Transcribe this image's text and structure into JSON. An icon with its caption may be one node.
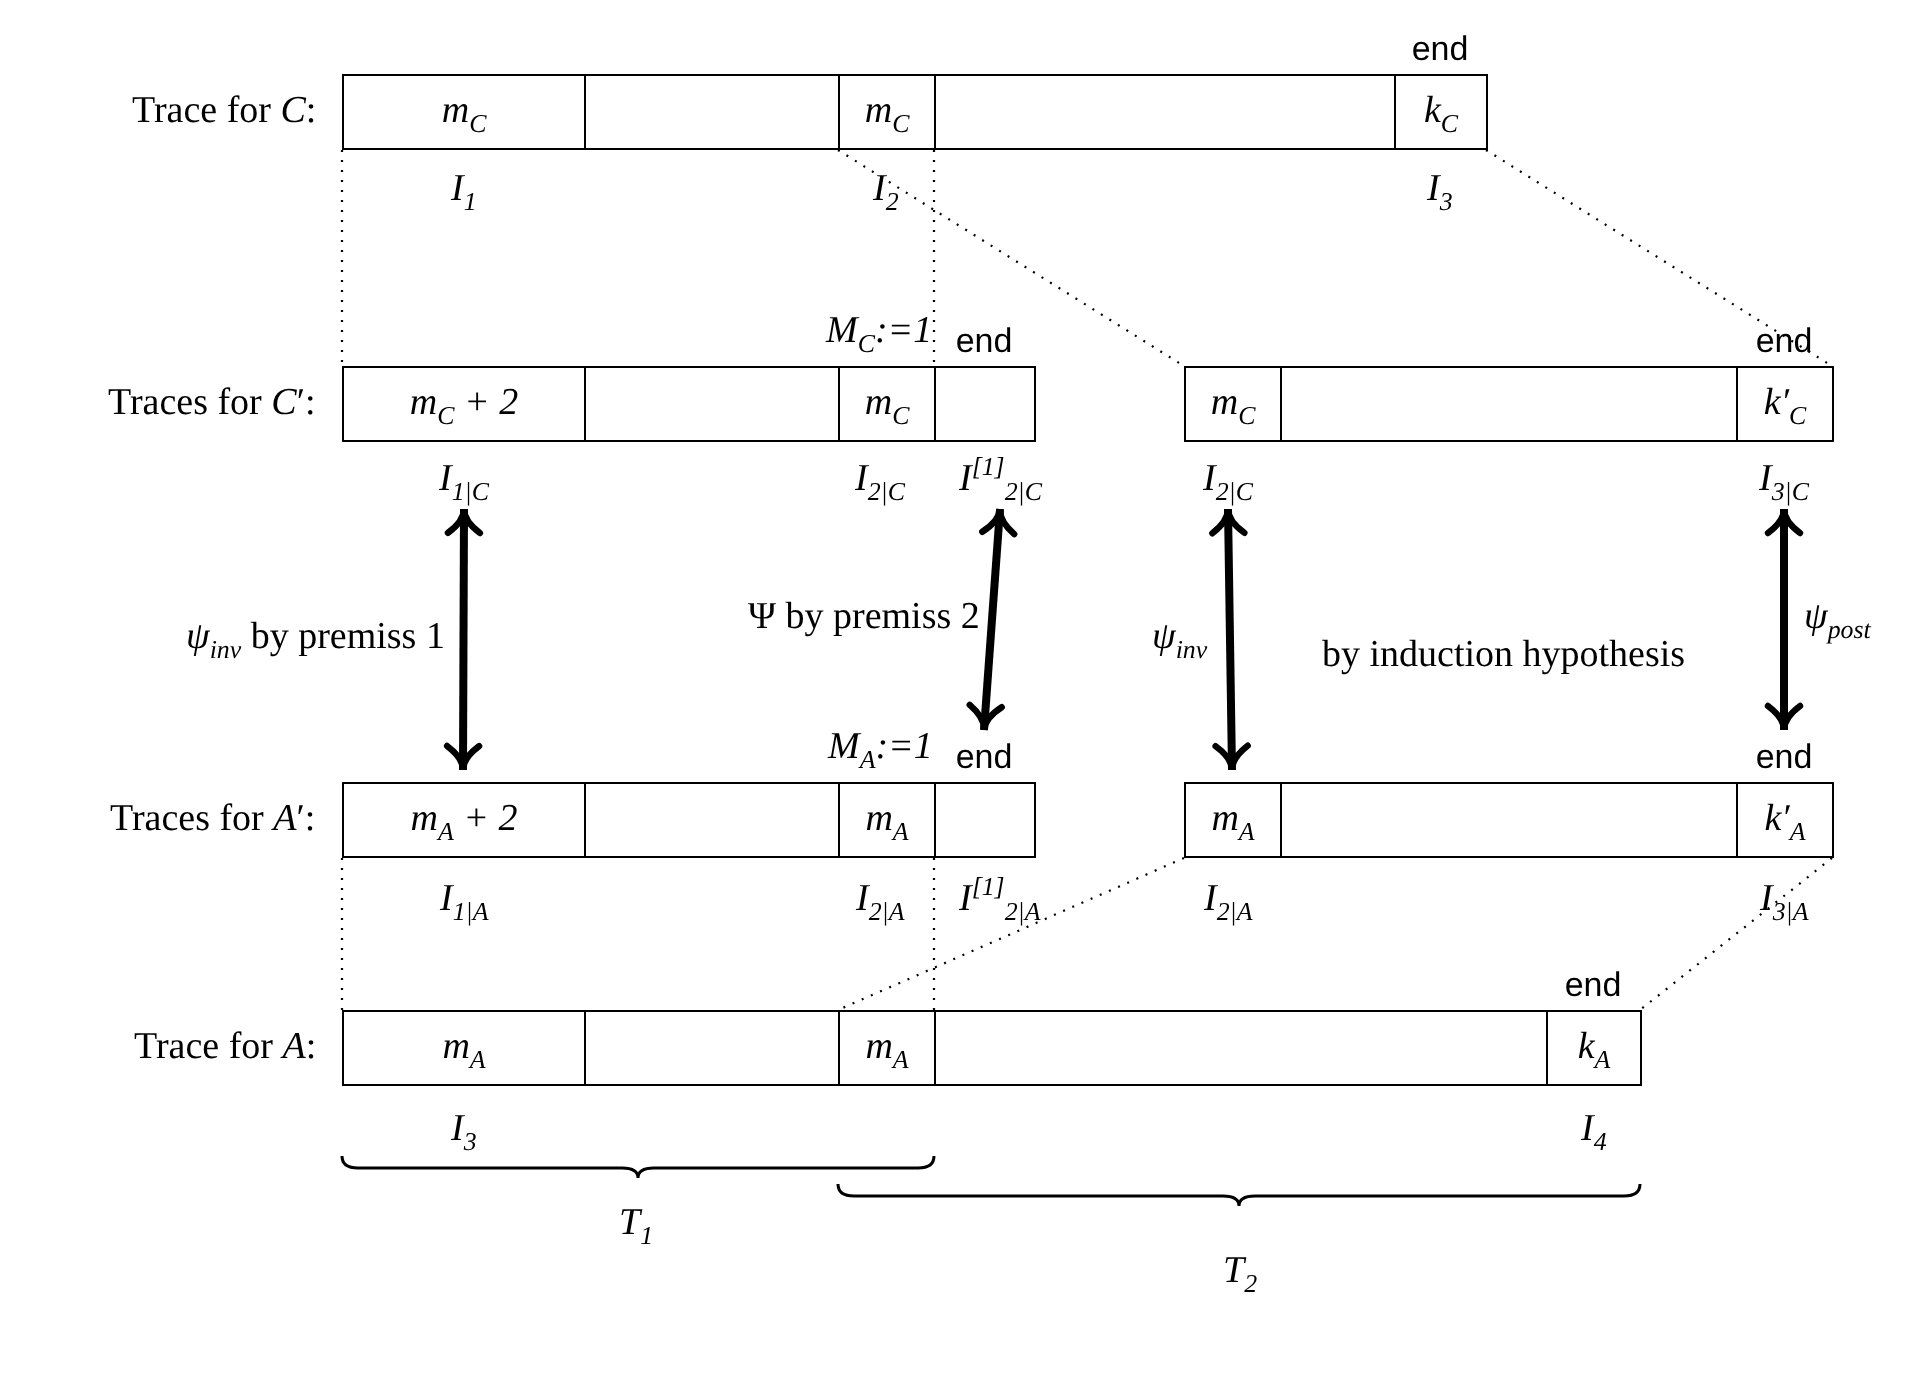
{
  "diagram": {
    "nodes": [
      {
        "text": [
          "m$_{C}$"
        ]
      },
      {
        "text": [],
        "shape": "box"
      },
      {
        "text": [
          "m$_{C}$"
        ]
      },
      {
        "text": [],
        "shape": "box"
      },
      {
        "text": [
          "k$_{C}$"
        ],
        "beside": [
          "end"
        ]
      },
      {
        "text": [
          "m$_{C}$ + 2"
        ]
      },
      {
        "text": [],
        "shape": "box"
      },
      {
        "text": [
          "m$_{C}$"
        ]
      },
      {
        "text": [],
        "shape": "box",
        "beside": [
          "end"
        ]
      },
      {
        "text": [
          "m$_{C}$"
        ]
      },
      {
        "text": [],
        "shape": "box"
      },
      {
        "text": [
          "k′$_{C}$"
        ],
        "beside": [
          "end"
        ]
      },
      {
        "text": [
          "I$_{1|C}$"
        ]
      },
      {
        "text": [
          "I$^{[1]}$$_{2|C}$"
        ]
      },
      {
        "text": [
          "I$_{2|C}$"
        ]
      },
      {
        "text": [
          "I$_{3|C}$"
        ]
      },
      {
        "text": [
          "m$_{A}$ + 2"
        ]
      },
      {
        "text": [],
        "shape": "box"
      },
      {
        "text": [
          "m$_{A}$"
        ]
      },
      {
        "text": [],
        "shape": "box",
        "beside": [
          "end"
        ]
      },
      {
        "text": [
          "m$_{A}$"
        ]
      },
      {
        "text": [],
        "shape": "box"
      },
      {
        "text": [
          "k′$_{A}$"
        ],
        "beside": [
          "end"
        ]
      },
      {
        "text": [
          "m$_{A}$"
        ]
      },
      {
        "text": [],
        "shape": "box"
      },
      {
        "text": [
          "m$_{A}$"
        ]
      },
      {
        "text": [],
        "shape": "box"
      },
      {
        "text": [
          "k$_{A}$"
        ],
        "beside": [
          "end"
        ]
      }
    ],
    "edges": [
      {
        "from": 0,
        "to": 5,
        "arrow": "none",
        "style": "dashed"
      },
      {
        "from": 2,
        "to": 7,
        "arrow": "none",
        "style": "dashed"
      },
      {
        "from": 2,
        "to": 9,
        "arrow": "none",
        "style": "dashed"
      },
      {
        "from": 4,
        "to": 11,
        "arrow": "none",
        "style": "dashed"
      },
      {
        "from": 12,
        "to": 16,
        "arrow": "both",
        "style": "thick",
        "label": "*ψ*$_{inv}$ by premiss 1"
      },
      {
        "from": 13,
        "to": 19,
        "arrow": "both",
        "style": "thick",
        "label": "Ψ by premiss 2"
      },
      {
        "from": 14,
        "to": 20,
        "arrow": "both",
        "style": "thick",
        "label": "*ψ*$_{inv}$"
      },
      {
        "from": 15,
        "to": 22,
        "arrow": "both",
        "style": "thick",
        "label": "*ψ*$_{post}$"
      },
      {
        "from": 16,
        "to": 23,
        "arrow": "none",
        "style": "dashed"
      },
      {
        "from": 18,
        "to": 25,
        "arrow": "none",
        "style": "dashed"
      },
      {
        "from": 20,
        "to": 25,
        "arrow": "none",
        "style": "dashed"
      },
      {
        "from": 22,
        "to": 27,
        "arrow": "none",
        "style": "dashed"
      }
    ],
    "labels": [
      "Trace for *C*:",
      "I$_{1}$",
      "I$_{2}$",
      "I$_{3}$",
      "M$_{C}$:=1",
      "Traces for *C*′:",
      "I$_{2|C}$",
      "by induction hypothesis",
      "M$_{A}$:=1",
      "Traces for *A*′:",
      "I$_{1|A}$",
      "I$_{2|A}$",
      "I$^{[1]}$$_{2|A}$",
      "I$_{2|A}$",
      "I$_{3|A}$",
      "Trace for *A*:",
      "I$_{3}$",
      "I$_{4}$",
      "T$_{1}$",
      "T$_{2}$"
    ]
  }
}
